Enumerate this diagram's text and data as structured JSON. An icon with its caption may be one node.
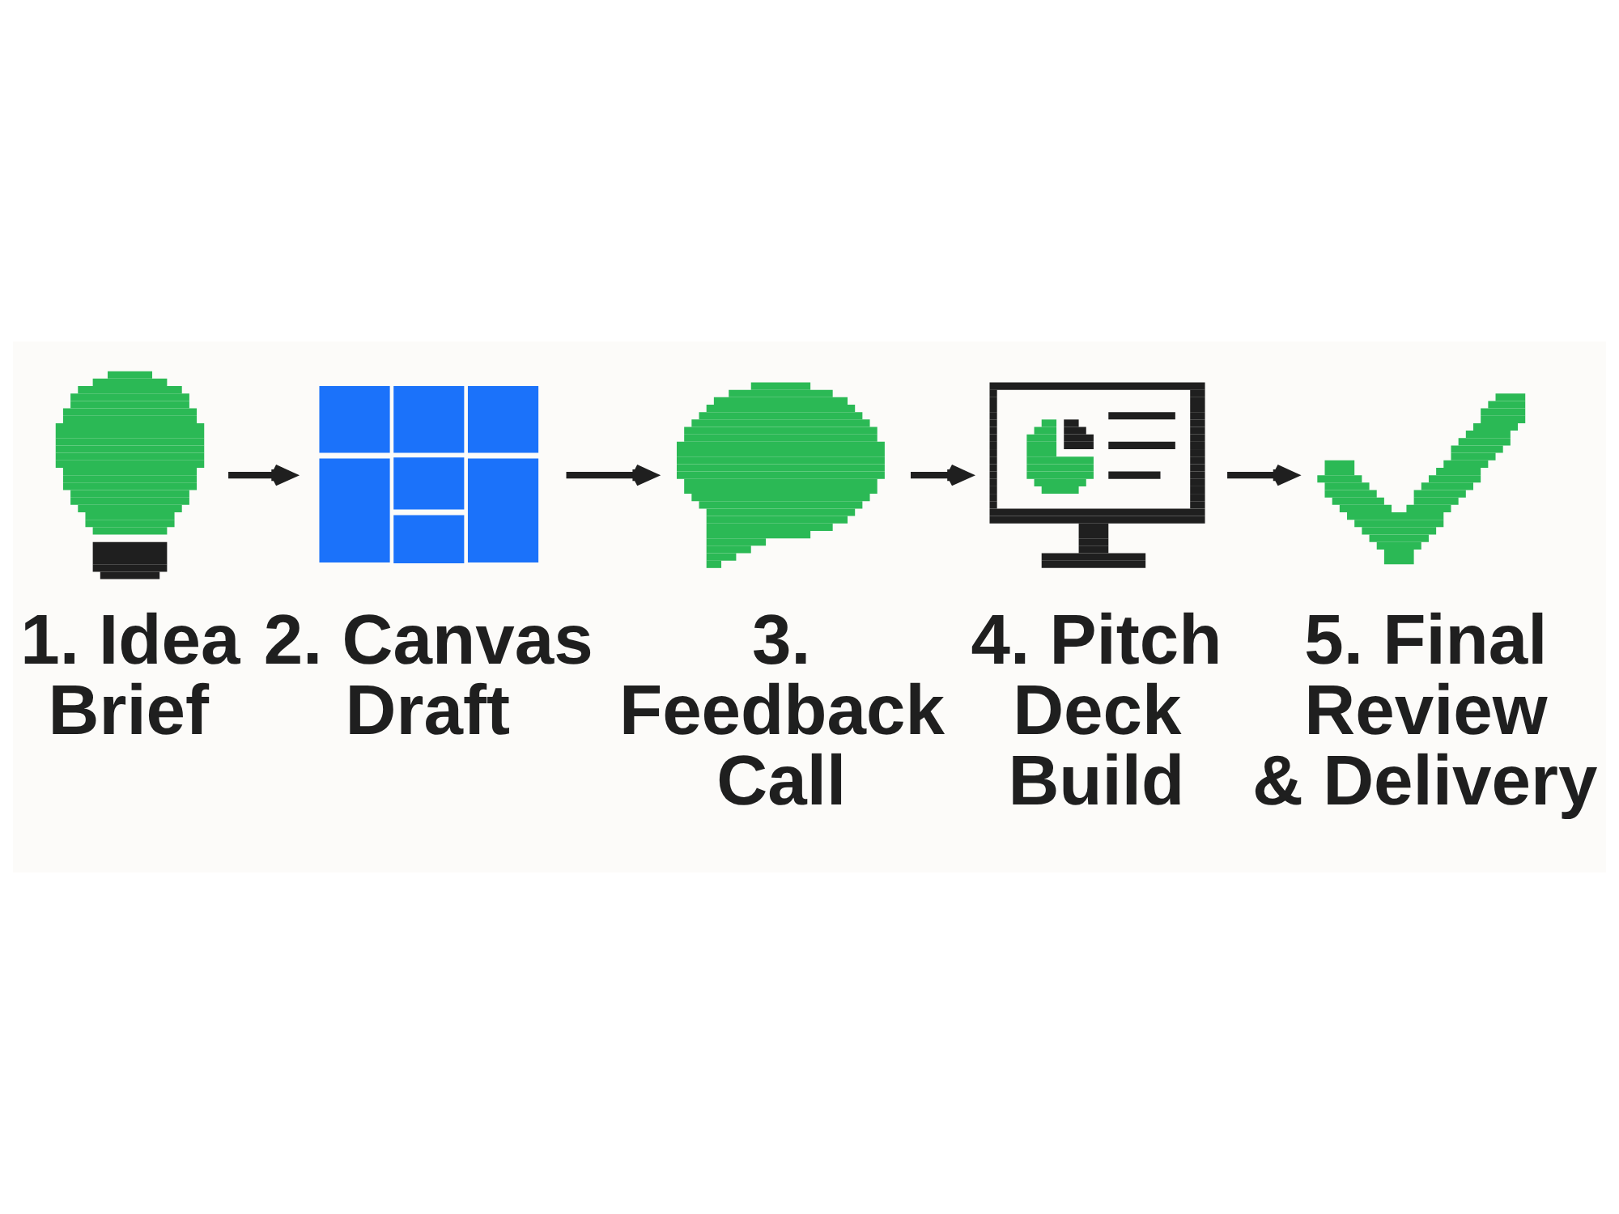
{
  "diagram": {
    "nodes": [
      {
        "text": [
          "1. Idea Brief"
        ]
      },
      {
        "text": [
          "2. Canvas Draft"
        ]
      },
      {
        "text": [
          "3. Feedback Call"
        ]
      },
      {
        "text": [
          "4. Pitch Deck Build"
        ]
      },
      {
        "text": [
          "5. Final Review & Delivery"
        ]
      }
    ],
    "edges": [
      {
        "from": 0,
        "to": 1,
        "arrow": "to"
      },
      {
        "from": 1,
        "to": 2,
        "arrow": "to"
      },
      {
        "from": 2,
        "to": 3,
        "arrow": "to"
      },
      {
        "from": 3,
        "to": 4,
        "arrow": "to"
      }
    ]
  }
}
